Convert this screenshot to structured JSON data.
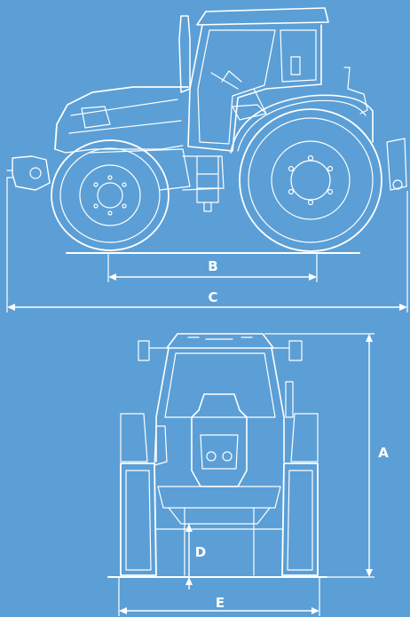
{
  "colors": {
    "background": "#5b9fd6",
    "line": "#ffffff"
  },
  "side_view": {
    "dimensions": {
      "wheelbase": "B",
      "overall_length": "C"
    }
  },
  "front_view": {
    "dimensions": {
      "overall_height": "A",
      "ground_clearance": "D",
      "track_width": "E"
    }
  }
}
